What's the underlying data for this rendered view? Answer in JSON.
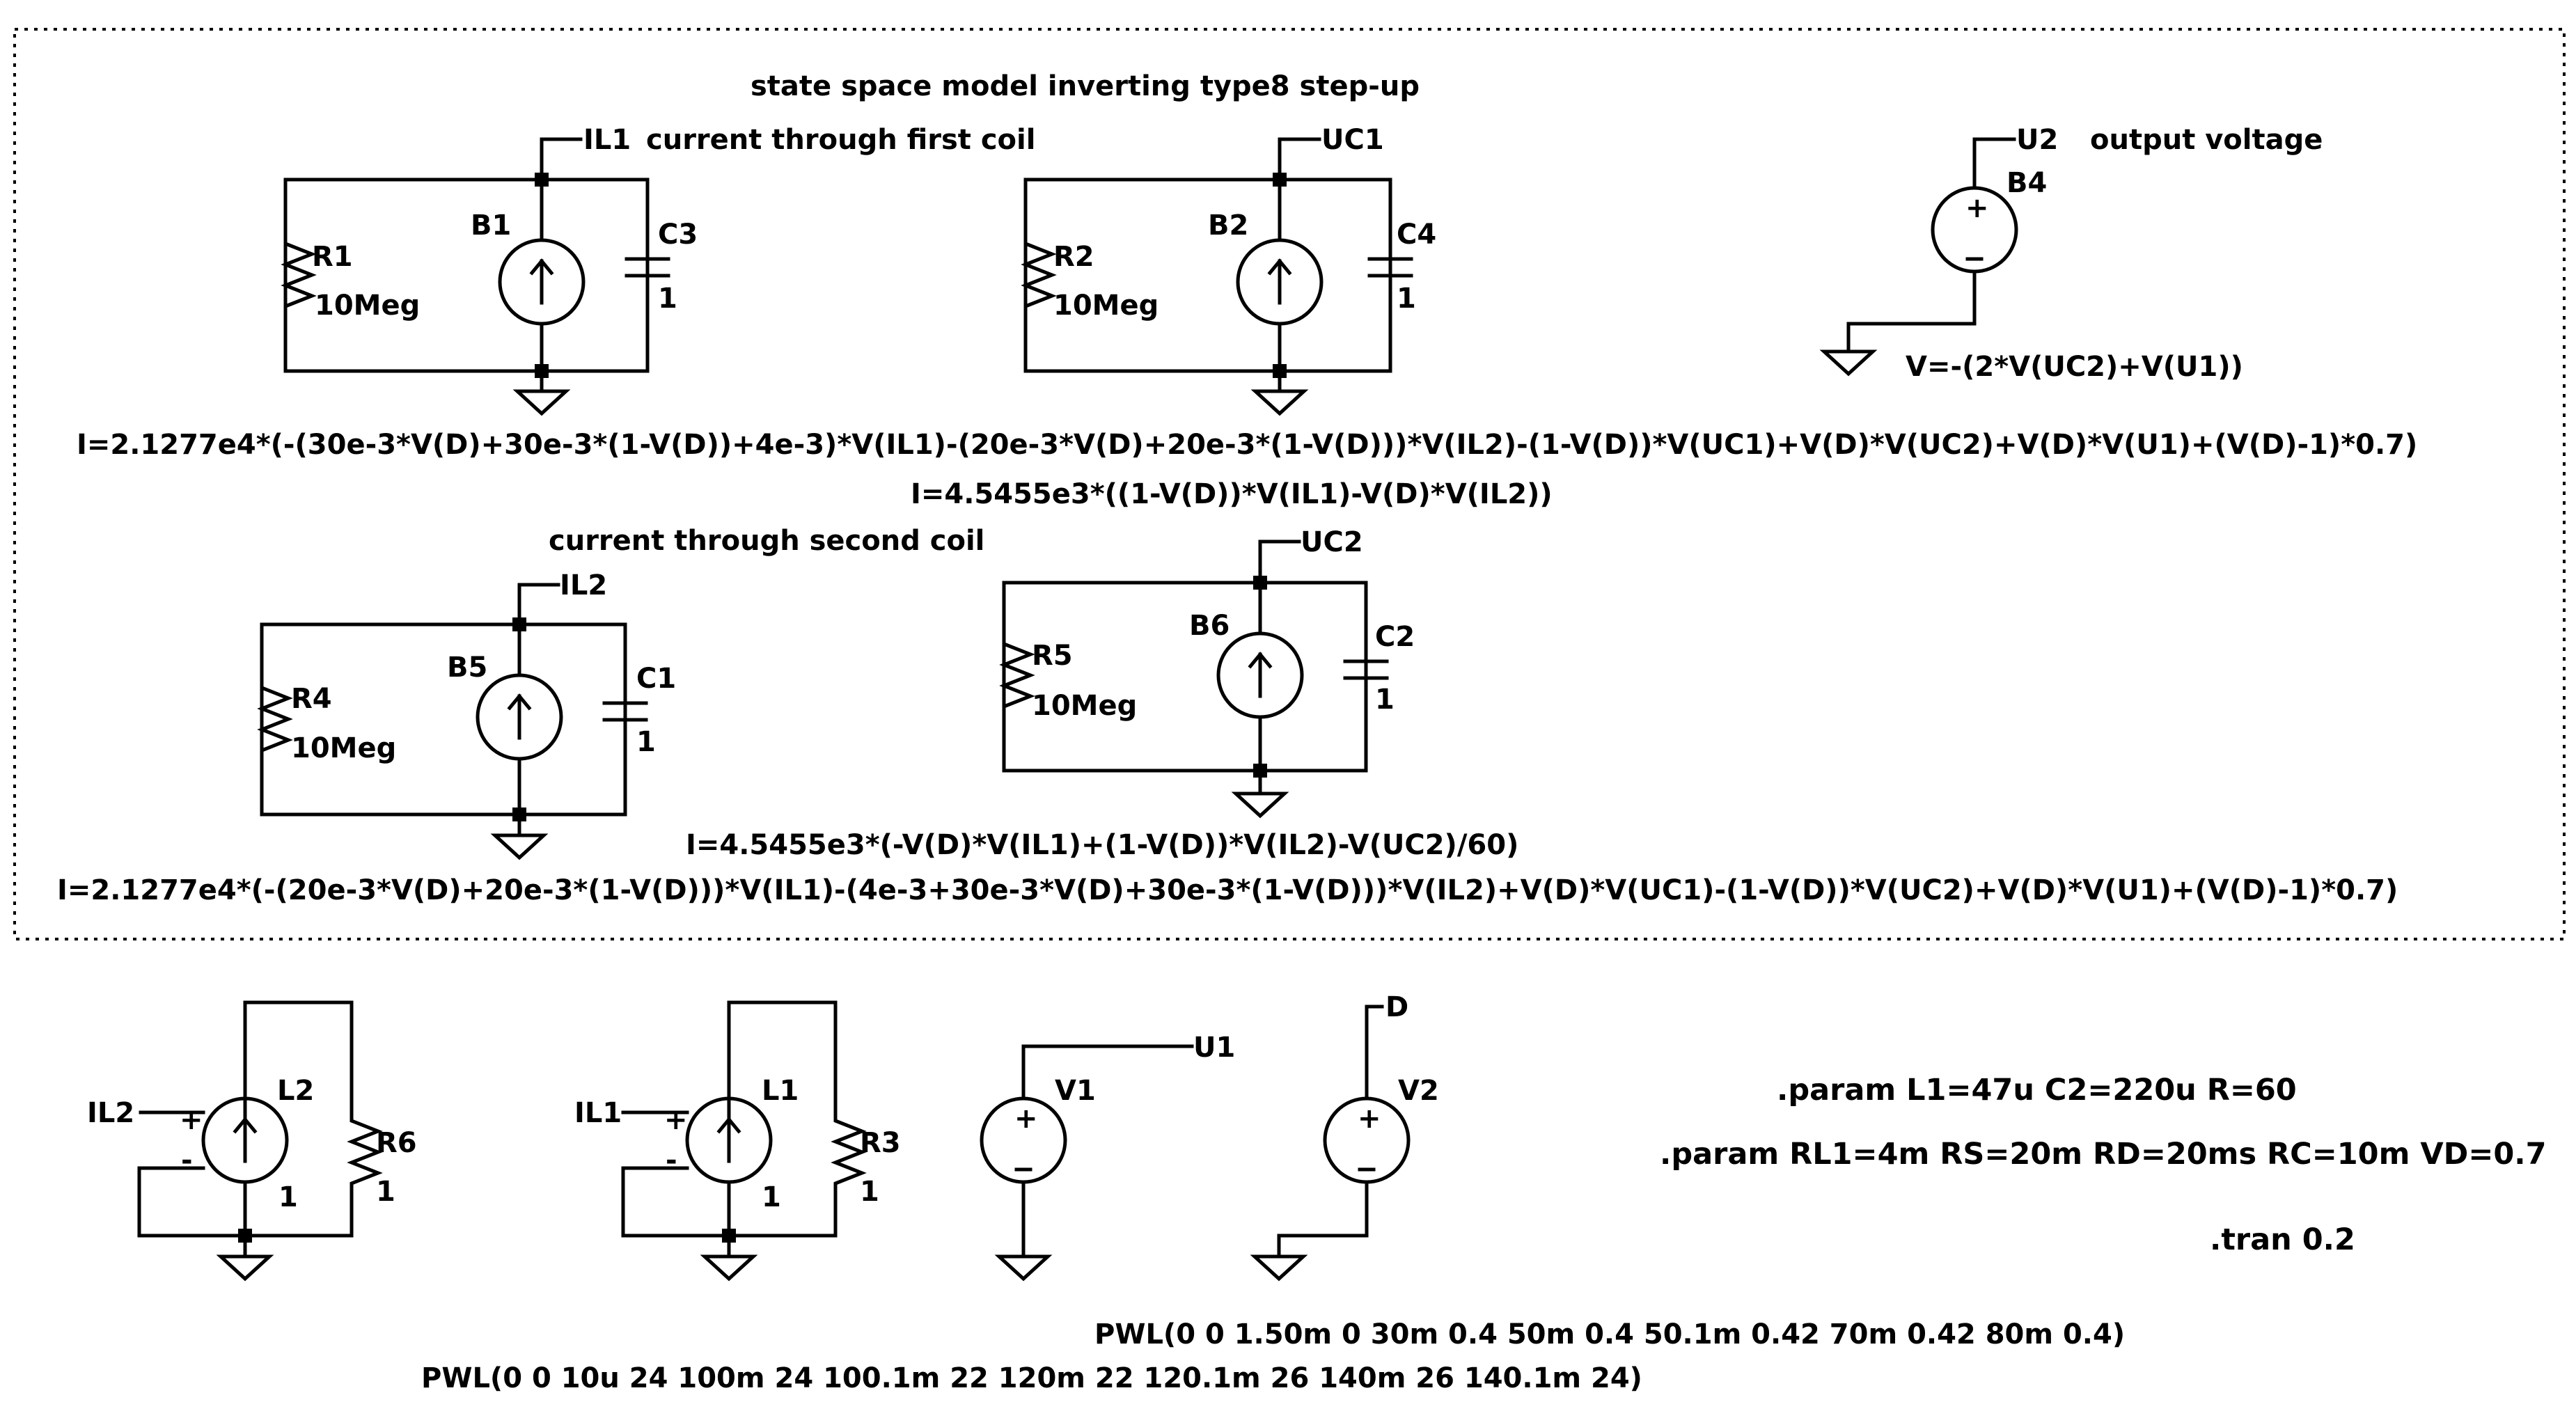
{
  "title": "state space model inverting type8 step-up",
  "subcircuit_il1": {
    "net_label": "IL1",
    "comment": "current through first coil",
    "resistor": {
      "name": "R1",
      "value": "10Meg"
    },
    "source": {
      "name": "B1",
      "expr": "I=2.1277e4*(-(30e-3*V(D)+30e-3*(1-V(D))+4e-3)*V(IL1)-(20e-3*V(D)+20e-3*(1-V(D)))*V(IL2)-(1-V(D))*V(UC1)+V(D)*V(UC2)+V(D)*V(U1)+(V(D)-1)*0.7)"
    },
    "capacitor": {
      "name": "C3",
      "value": "1"
    }
  },
  "subcircuit_uc1": {
    "net_label": "UC1",
    "resistor": {
      "name": "R2",
      "value": "10Meg"
    },
    "source": {
      "name": "B2",
      "expr": "I=4.5455e3*((1-V(D))*V(IL1)-V(D)*V(IL2))"
    },
    "capacitor": {
      "name": "C4",
      "value": "1"
    }
  },
  "subcircuit_u2": {
    "net_label": "U2",
    "comment": "output voltage",
    "source": {
      "name": "B4",
      "expr": "V=-(2*V(UC2)+V(U1))"
    }
  },
  "subcircuit_il2": {
    "net_label": "IL2",
    "comment": "current through second coil",
    "resistor": {
      "name": "R4",
      "value": "10Meg"
    },
    "source": {
      "name": "B5",
      "expr": "I=2.1277e4*(-(20e-3*V(D)+20e-3*(1-V(D)))*V(IL1)-(4e-3+30e-3*V(D)+30e-3*(1-V(D)))*V(IL2)+V(D)*V(UC1)-(1-V(D))*V(UC2)+V(D)*V(U1)+(V(D)-1)*0.7)"
    },
    "capacitor": {
      "name": "C1",
      "value": "1"
    }
  },
  "subcircuit_uc2": {
    "net_label": "UC2",
    "resistor": {
      "name": "R5",
      "value": "10Meg"
    },
    "source": {
      "name": "B6",
      "expr": "I=4.5455e3*(-V(D)*V(IL1)+(1-V(D))*V(IL2)-V(UC2)/60)"
    },
    "capacitor": {
      "name": "C2",
      "value": "1"
    }
  },
  "coil_l2": {
    "net_label": "IL2",
    "source": {
      "name": "L2",
      "value": "1"
    },
    "resistor": {
      "name": "R6",
      "value": "1"
    }
  },
  "coil_l1": {
    "net_label": "IL1",
    "source": {
      "name": "L1",
      "value": "1"
    },
    "resistor": {
      "name": "R3",
      "value": "1"
    }
  },
  "input_v1": {
    "name": "V1",
    "net_label": "U1",
    "pwl": "PWL(0 0 10u 24 100m 24 100.1m 22 120m 22 120.1m 26 140m 26 140.1m 24)"
  },
  "duty_v2": {
    "name": "V2",
    "net_label": "D",
    "pwl": "PWL(0 0 1.50m 0 30m 0.4 50m 0.4 50.1m 0.42 70m 0.42 80m 0.4)"
  },
  "directives": {
    "param1": ".param L1=47u C2=220u R=60",
    "param2": ".param RL1=4m RS=20m RD=20ms RC=10m VD=0.7",
    "tran": ".tran 0.2"
  },
  "polarity": {
    "plus": "+",
    "minus": "-"
  }
}
